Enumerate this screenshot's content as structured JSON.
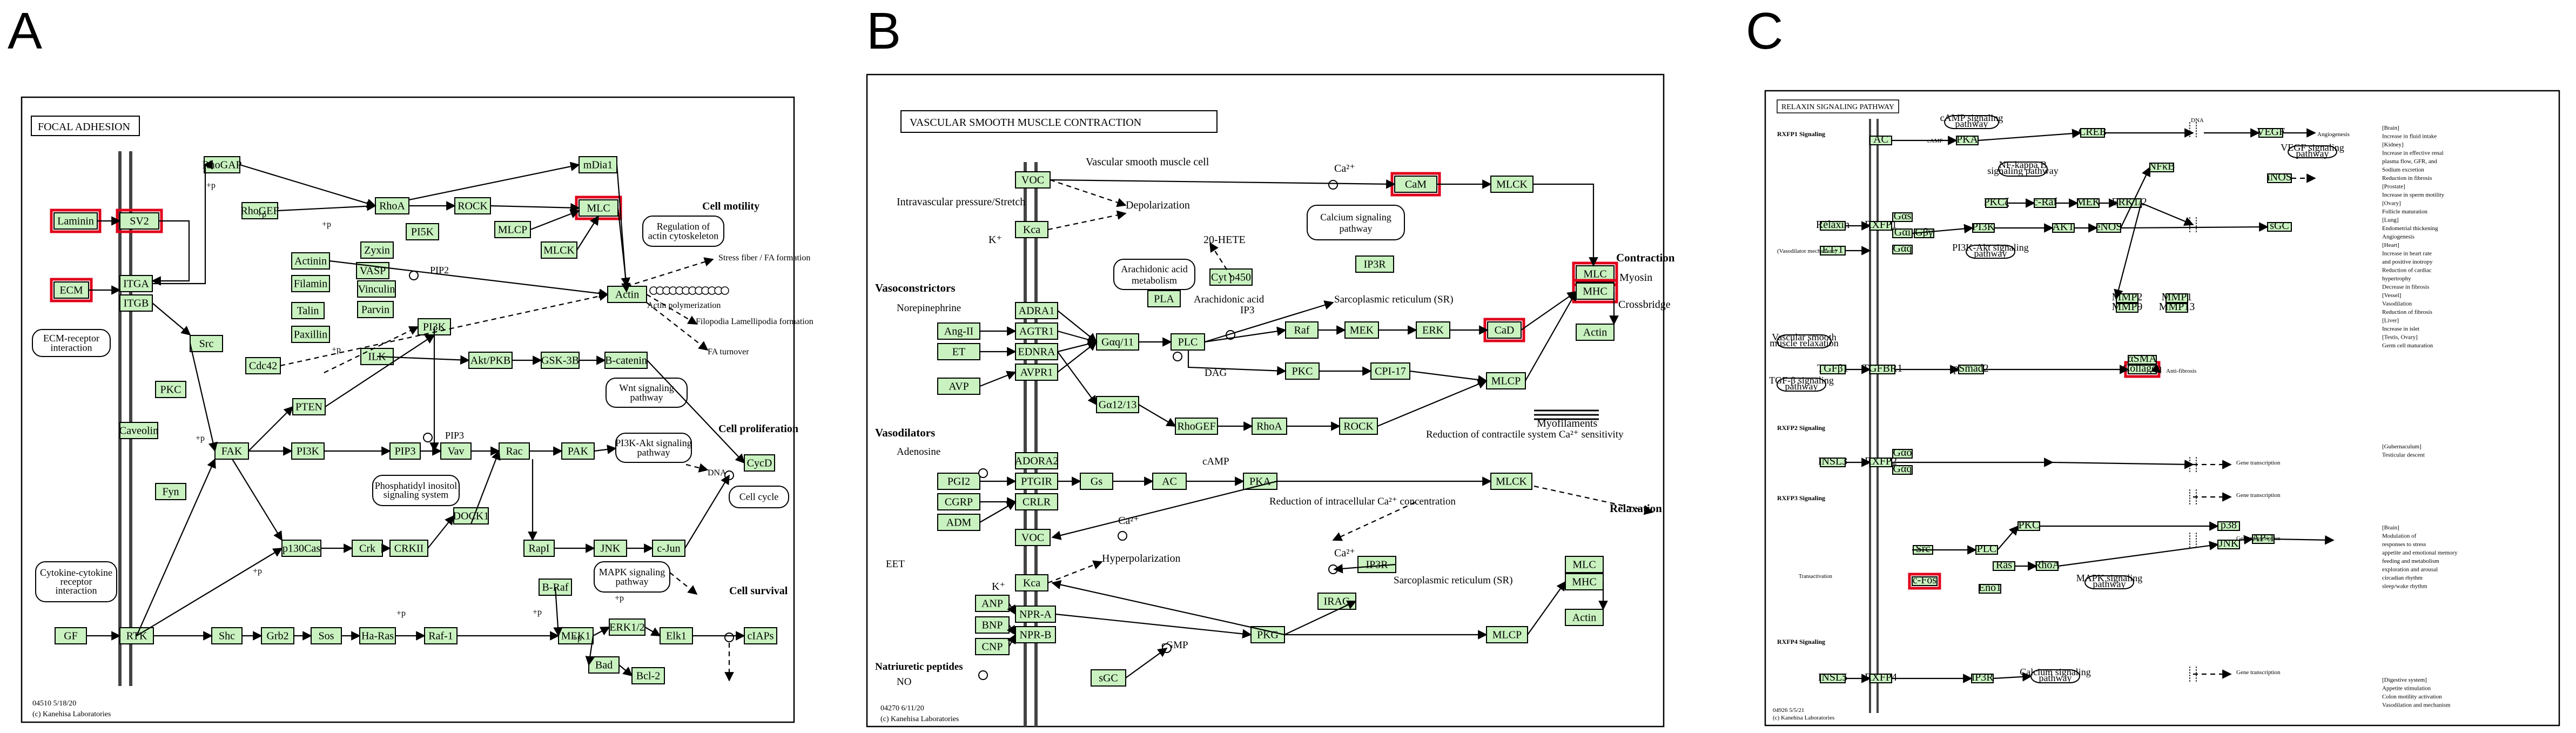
{
  "panels": [
    {
      "letter": "A",
      "title": "FOCAL ADHESION",
      "footer_id": "04510 5/18/20",
      "footer_copy": "(c) Kanehisa Laboratories"
    },
    {
      "letter": "B",
      "title": "VASCULAR SMOOTH MUSCLE CONTRACTION",
      "footer_id": "04270 6/11/20",
      "footer_copy": "(c) Kanehisa Laboratories"
    },
    {
      "letter": "C",
      "title": "RELAXIN SIGNALING PATHWAY",
      "footer_id": "04926 5/5/21",
      "footer_copy": "(c) Kanehisa Laboratories"
    }
  ],
  "highlight_color": "#e0001a",
  "node_fill": "#c9f2c0",
  "A": {
    "nodes": {
      "laminin": "Laminin",
      "sv2": "SV2",
      "ecm": "ECM",
      "itga": "ITGA",
      "itgb": "ITGB",
      "rhogap": "RhoGAP",
      "rhogef": "RhoGEF",
      "rhoa": "RhoA",
      "rock": "ROCK",
      "mdia1": "mDia1",
      "mlc": "MLC",
      "mlcp": "MLCP",
      "mlck": "MLCK",
      "actin": "Actin",
      "prkc": "PI5K",
      "actinin": "Actinin",
      "zyxin": "Zyxin",
      "vasp": "VASP",
      "filamin": "Filamin",
      "vinculin": "Vinculin",
      "talin": "Talin",
      "parvin": "Parvin",
      "paxillin": "Paxillin",
      "src": "Src",
      "caveolin": "Caveolin",
      "pi3k": "PI3K",
      "ilk": "ILK",
      "akt": "Akt/PKB",
      "gsk3b": "GSK-3B",
      "bcatenin": "B-catenin",
      "pkc": "PKC",
      "cdc42": "Cdc42",
      "pten": "PTEN",
      "fak": "FAK",
      "pi3k2": "PI3K",
      "vav": "Vav",
      "rac": "Rac",
      "pak": "PAK",
      "fyn": "Fyn",
      "shc": "p130Cas",
      "crk": "Crk",
      "dock1": "DOCK1",
      "crkii": "CRKII",
      "rapl": "RapI",
      "braf": "B-Raf",
      "jnk": "JNK",
      "cjun": "c-Jun",
      "cycd": "CycD",
      "gf": "GF",
      "rtk": "RTK",
      "shc2": "Shc",
      "grb2": "Grb2",
      "sos": "Sos",
      "haras": "Ha-Ras",
      "raf1": "Raf-1",
      "mek1": "MEK1",
      "erk12": "ERK1/2",
      "elk1": "Elk1",
      "bad": "Bad",
      "bcl2": "Bcl-2",
      "ciaps": "cIAPs",
      "pip3": "PIP3"
    },
    "labels": {
      "pip2": "PIP2",
      "pip3": "PIP3",
      "p": "+p",
      "cell_motility": "Cell motility",
      "reg_actin": "Regulation of actin cytoskeleton",
      "stress": "Stress fiber / FA formation",
      "actin_poly": "Actin polymerization",
      "filopodia": "Filopodia Lamellipodia formation",
      "fa_turnover": "FA turnover",
      "ecm_int": "ECM-receptor interaction",
      "wnt": "Wnt signaling pathway",
      "pi3kakt": "PI3K-Akt signaling pathway",
      "cell_prolif": "Cell proliferation",
      "dna": "DNA",
      "cell_cycle": "Cell cycle",
      "pis": "Phosphatidyl inositol signaling system",
      "mapk": "MAPK signaling pathway",
      "cell_survival": "Cell survival",
      "cytokine": "Cytokine-cytokine receptor interaction"
    }
  },
  "B": {
    "nodes": {
      "voc": "VOC",
      "kca": "Kca",
      "cam": "CaM",
      "mlck": "MLCK",
      "mlc": "MLC",
      "mhc": "MHC",
      "actin": "Actin",
      "cyp450": "Cyt p450",
      "pla": "PLA",
      "adra1": "ADRA1",
      "agtr1": "AGTR1",
      "ednra": "EDNRA",
      "avpr1": "AVPR1",
      "gq11": "Gαq/11",
      "plc": "PLC",
      "g1213": "Gα12/13",
      "rhogef": "RhoGEF",
      "rhoa": "RhoA",
      "rock": "ROCK",
      "ip3r": "IP3R",
      "raf": "Raf",
      "mek": "MEK",
      "erk": "ERK",
      "cad": "CaD",
      "pkc": "PKC",
      "cpi17": "CPI-17",
      "mlcp": "MLCP",
      "adora2": "ADORA2",
      "ptgir": "PTGIR",
      "calcrl": "CRLR",
      "gs": "Gs",
      "ac": "AC",
      "pka": "PKA",
      "mlck2": "MLCK",
      "voc2": "VOC",
      "kca2": "Kca",
      "ip3r2": "IP3R",
      "irag": "IRAG",
      "anp": "ANP",
      "bnp": "BNP",
      "cnp": "CNP",
      "npra": "NPR-A",
      "nprb": "NPR-B",
      "sgc": "sGC",
      "pkg": "PKG",
      "mlcp2": "MLCP",
      "mlc2": "MLC",
      "mhc2": "MHC",
      "actin2": "Actin",
      "ang": "Ang-II",
      "et": "ET",
      "avp": "AVP",
      "pgi2": "PGI2",
      "cgrp": "CGRP",
      "adm": "ADM"
    },
    "labels": {
      "vsmc": "Vascular smooth muscle cell",
      "stretch": "Intravascular pressure/Stretch",
      "depol": "Depolarization",
      "ca": "Ca²⁺",
      "k": "K⁺",
      "hete": "20-HETE",
      "aa_met": "Arachidonic acid metabolism",
      "aa": "Arachidonic acid",
      "calsig": "Calcium signaling pathway",
      "vasoconstrictors": "Vasoconstrictors",
      "norepi": "Norepinephrine",
      "ip3": "IP3",
      "dag": "DAG",
      "sr": "Sarcoplasmic reticulum (SR)",
      "contraction": "Contraction",
      "myosin": "Myosin",
      "crossbridge": "Crossbridge",
      "myofilaments": "Myofilaments",
      "vasodilators": "Vasodilators",
      "adenosine": "Adenosine",
      "camp": "cAMP",
      "reduction": "Reduction of contractile system Ca²⁺ sensitivity",
      "relaxation": "Relaxation",
      "red_ca": "Reduction of intracellular Ca²⁺ concentration",
      "hyper": "Hyperpolarization",
      "eet": "EET",
      "natri": "Natriuretic peptides",
      "no": "NO",
      "cgmp": "cGMP"
    }
  },
  "C": {
    "nodes": {
      "rln": "Relaxin",
      "rxfp1": "RXFP1",
      "inl3": "INSL3",
      "rxfp2": "RXFP2",
      "insl5": "INSL5",
      "rxfp4": "RXFP4",
      "et1": "ET-1",
      "ac": "AC",
      "pka": "PKA",
      "creb": "CREB",
      "gs": "Gαs",
      "gi": "Gαi",
      "gq": "Gαq",
      "gbg": "Gβγ",
      "pi3k": "PI3K",
      "akt": "AKT",
      "nos": "eNOS",
      "pkcz": "PKCζ",
      "craf": "c-Raf",
      "mek": "MEK",
      "erk": "ERK1/2",
      "vegf": "VEGF",
      "mmp2": "MMP2",
      "mmp9": "MMP9",
      "mmp1": "MMP1",
      "mmp13": "MMP13",
      "col": "Collagen",
      "tgfb": "TGFβ1",
      "tgfbr": "TGFBR1",
      "smad": "pSmad2",
      "asma": "αSMA",
      "nfkb": "NFκB",
      "nos2": "iNOS",
      "sgc": "sGC",
      "srcf": "Src",
      "jnk": "JNK",
      "p38": "p38",
      "ap1": "AP-1",
      "plc": "PLC",
      "gq2": "Gαq",
      "pkc": "PKC",
      "ras": "Ras",
      "rhoa": "RhoA",
      "ip3": "IP3R",
      "c-fos": "c-Fos",
      "glut": "Gαo",
      "ebp": "Eno1"
    },
    "labels": {
      "rxfp1sig": "RXFP1 Signaling",
      "rxfp2sig": "RXFP2 Signaling",
      "rxfp3sig": "RXFP3 Signaling",
      "rxfp4sig": "RXFP4 Signaling",
      "camp": "cAMP",
      "camp_path": "cAMP signaling pathway",
      "dna": "DNA",
      "angio": "Angiogenesis",
      "vegf_path": "VEGF signaling pathway",
      "nfkb_path": "NF-kappa B signaling pathway",
      "pi3k_path": "PI3K-Akt signaling pathway",
      "vasodil": "Vasodilation",
      "vsmc": "Vascular smooth muscle relaxation",
      "tgf_path": "TGF-β signaling pathway",
      "antifib": "Anti-fibrosis",
      "gene": "Gene transcription",
      "mapk_path": "MAPK signaling pathway",
      "transactivation": "Transactivation",
      "ca_path": "Calcium signaling pathway",
      "vasodil_mech": "(Vasodilator mechanism)"
    },
    "side_text": [
      "[Brain]",
      "Increase in fluid intake",
      "[Kidney]",
      "Increase in effective renal",
      "plasma flow, GFR, and",
      "Sodium excretion",
      "Reduction in fibrosis",
      "[Prostate]",
      "Increase in sperm motility",
      "[Ovary]",
      "Follicle maturation",
      "[Lung]",
      "Endometrial thickening",
      "Angiogenesis",
      "[Heart]",
      "Increase in heart rate",
      "and positive inotropy",
      "Reduction of cardiac",
      "hypertrophy",
      "Decrease in fibrosis",
      "[Vessel]",
      "Vasodilation",
      "Reduction of fibrosis",
      "[Liver]",
      "Increase in islet",
      "[Testis, Ovary]",
      "Germ cell maturation",
      "[Gubernaculum]",
      "Testicular descent",
      "[Brain]",
      "Modulation of",
      "responses to stress",
      "appetite and emotional memory",
      "feeding and metabolism",
      "exploration and arousal",
      "circadian rhythm",
      "sleep/wake rhythm",
      "[Digestive system]",
      "Appetite stimulation",
      "Colon motility activation",
      "Vasodilation and mechanism"
    ]
  }
}
